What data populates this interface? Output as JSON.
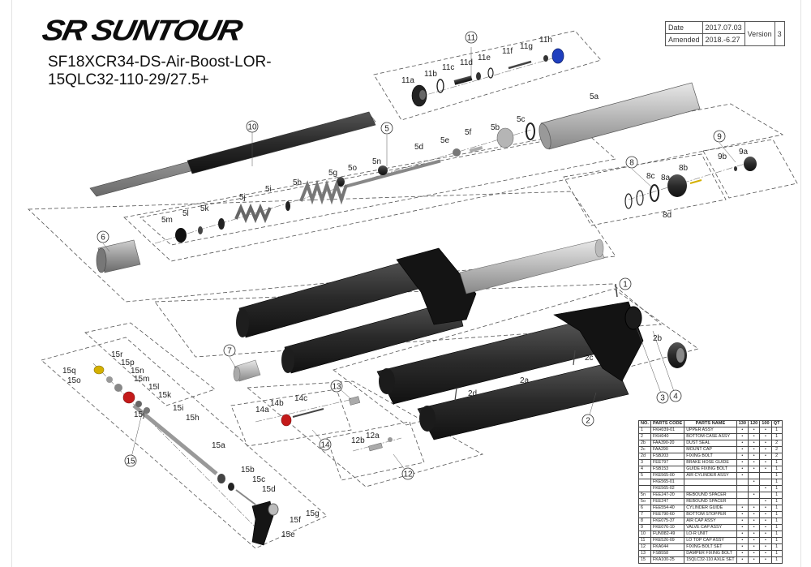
{
  "brand": "SR SUNTOUR",
  "model_lines": [
    "SF18XCR34-DS-Air-Boost-LOR-",
    "15QLC32-110-29/27.5+"
  ],
  "info": {
    "date_label": "Date",
    "date_value": "2017.07.03",
    "amended_label": "Amended",
    "amended_value": "2018.-6.27",
    "version_label": "Version",
    "version_value": "3"
  },
  "table": {
    "headers": [
      "NO.",
      "PARTS CODE",
      "PARTS NAME",
      "130",
      "120",
      "100",
      "QT"
    ],
    "rows": [
      [
        "1",
        "FKH039-01",
        "UPPER ASSY",
        "•",
        "•",
        "•",
        "1"
      ],
      [
        "2",
        "FKH040",
        "BOTTOM CASE ASSY",
        "•",
        "•",
        "•",
        "1"
      ],
      [
        "2b",
        "FAA390-20",
        "DUST SEAL",
        "•",
        "•",
        "•",
        "2"
      ],
      [
        "2c",
        "FAA290",
        "MOUNT CAP",
        "•",
        "•",
        "•",
        "2"
      ],
      [
        "2d",
        "FSB203",
        "FIXING BOLT",
        "•",
        "•",
        "•",
        "2"
      ],
      [
        "3",
        "FEE797",
        "BRAKE HOSE GUIDE",
        "•",
        "•",
        "•",
        "1"
      ],
      [
        "4",
        "FSB153",
        "GUIDE FIXING BOLT",
        "•",
        "•",
        "•",
        "1"
      ],
      [
        "5",
        "FKE565-00",
        "AIR CYLINDER ASSY",
        "•",
        "",
        "",
        "1"
      ],
      [
        "",
        "FKE565-01",
        "",
        "",
        "•",
        "",
        "1"
      ],
      [
        "",
        "FKE565-02",
        "",
        "",
        "",
        "•",
        "1"
      ],
      [
        "5n",
        "FEE247-20",
        "REBOUND SPACER",
        "",
        "•",
        "",
        "1"
      ],
      [
        "5o",
        "FEE247",
        "REBOUND SPACER",
        "",
        "",
        "•",
        "1"
      ],
      [
        "6",
        "FEE554-40",
        "CYLINDER GUIDE",
        "•",
        "•",
        "•",
        "1"
      ],
      [
        "7",
        "FEE790-60",
        "BOTTOM STOPPER",
        "•",
        "•",
        "•",
        "1"
      ],
      [
        "8",
        "FKE075-37",
        "AIR CAP ASSY",
        "•",
        "•",
        "•",
        "1"
      ],
      [
        "9",
        "FKE076-10",
        "VALVE CAP ASSY",
        "•",
        "•",
        "•",
        "1"
      ],
      [
        "10",
        "FUN082-49",
        "LO-R UNIT",
        "•",
        "•",
        "•",
        "1"
      ],
      [
        "11",
        "FKE526-09",
        "LO TOP CAP ASSY",
        "•",
        "•",
        "•",
        "1"
      ],
      [
        "12",
        "FKA044",
        "FIXING BOLT SET",
        "•",
        "•",
        "•",
        "1"
      ],
      [
        "13",
        "FSB558",
        "DAMPER FIXING BOLT",
        "•",
        "•",
        "•",
        "1"
      ],
      [
        "15",
        "FKA100-25",
        "15QLC32-110 AXLE SET",
        "•",
        "•",
        "•",
        "1"
      ]
    ]
  },
  "circled_callouts": [
    "1",
    "2",
    "3",
    "4",
    "5",
    "6",
    "7",
    "8",
    "9",
    "10",
    "11",
    "12",
    "13",
    "14",
    "15"
  ],
  "part_labels": {
    "a11": "11a",
    "b11": "11b",
    "c11": "11c",
    "d11": "11d",
    "e11": "11e",
    "f11": "11f",
    "g11": "11g",
    "h11": "11h",
    "a5": "5a",
    "b5": "5b",
    "c5": "5c",
    "d5": "5d",
    "e5": "5e",
    "f5": "5f",
    "g5": "5g",
    "h5": "5h",
    "i5": "5i",
    "j5": "5j",
    "k5": "5k",
    "l5": "5l",
    "m5": "5m",
    "n5": "5n",
    "o5": "5o",
    "a8": "8a",
    "b8": "8b",
    "c8": "8c",
    "d8": "8d",
    "a9": "9a",
    "b9": "9b",
    "a2": "2a",
    "b2": "2b",
    "c2": "2c",
    "d2": "2d",
    "a12": "12a",
    "b12": "12b",
    "a14": "14a",
    "b14": "14b",
    "c14": "14c",
    "a15": "15a",
    "b15": "15b",
    "c15": "15c",
    "d15": "15d",
    "e15": "15e",
    "f15": "15f",
    "g15": "15g",
    "h15": "15h",
    "i15": "15i",
    "j15": "15j",
    "k15": "15k",
    "l15": "15l",
    "m15": "15m",
    "n15": "15n",
    "o15": "15o",
    "p15": "15p",
    "q15": "15q",
    "r15": "15r"
  },
  "colors": {
    "fork_black": "#151515",
    "stanchion_gray": "#9a9a9a",
    "cap_blue": "#1f3fbf",
    "knob_red": "#c41a1a",
    "nut_gold": "#d4b000"
  }
}
